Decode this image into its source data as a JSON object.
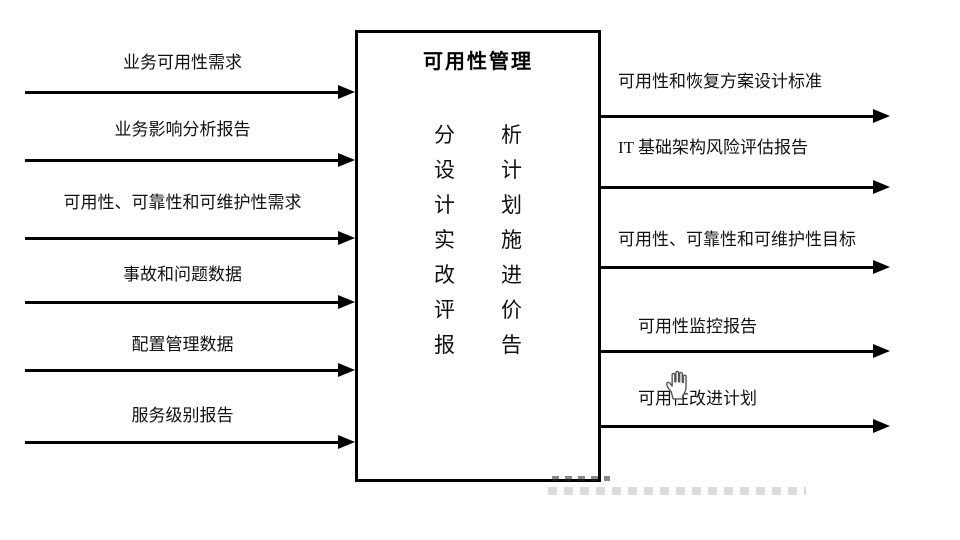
{
  "box": {
    "title": "可用性管理",
    "process_rows": [
      {
        "left": "分",
        "right": "析"
      },
      {
        "left": "设",
        "right": "计"
      },
      {
        "left": "计",
        "right": "划"
      },
      {
        "left": "实",
        "right": "施"
      },
      {
        "left": "改",
        "right": "进"
      },
      {
        "left": "评",
        "right": "价"
      },
      {
        "left": "报",
        "right": "告"
      }
    ]
  },
  "inputs": [
    {
      "label": "业务可用性需求"
    },
    {
      "label": "业务影响分析报告"
    },
    {
      "label": "可用性、可靠性和可维护性需求"
    },
    {
      "label": "事故和问题数据"
    },
    {
      "label": "配置管理数据"
    },
    {
      "label": "服务级别报告"
    }
  ],
  "outputs": [
    {
      "label": "可用性和恢复方案设计标准"
    },
    {
      "label": "IT 基础架构风险评估报告"
    },
    {
      "label": "可用性、可靠性和可维护性目标"
    },
    {
      "label": "可用性监控报告"
    },
    {
      "label": "可用性改进计划"
    }
  ],
  "icons": {
    "cursor": "hand-cursor"
  },
  "colors": {
    "line": "#000000",
    "text": "#111111",
    "background": "#ffffff"
  }
}
